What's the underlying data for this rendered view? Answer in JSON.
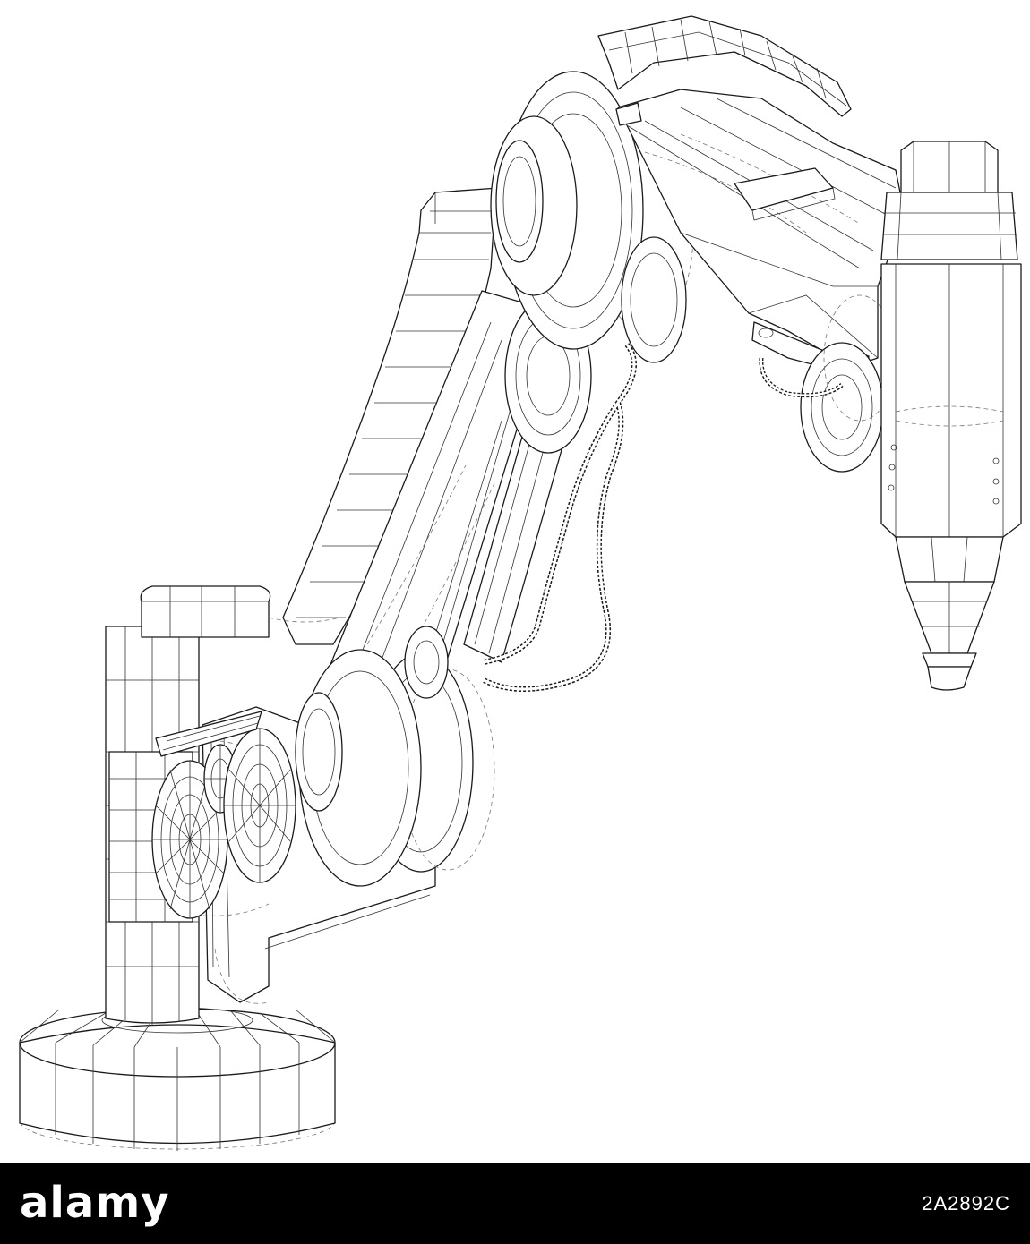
{
  "watermark": {
    "brand": "alamy",
    "image_id": "2A2892C"
  },
  "illustration": {
    "subject": "robotic-arm-wireframe",
    "stroke_color": "#1a1a1a",
    "background": "#ffffff"
  },
  "footer": {
    "background": "#000000",
    "text_color": "#ffffff"
  }
}
